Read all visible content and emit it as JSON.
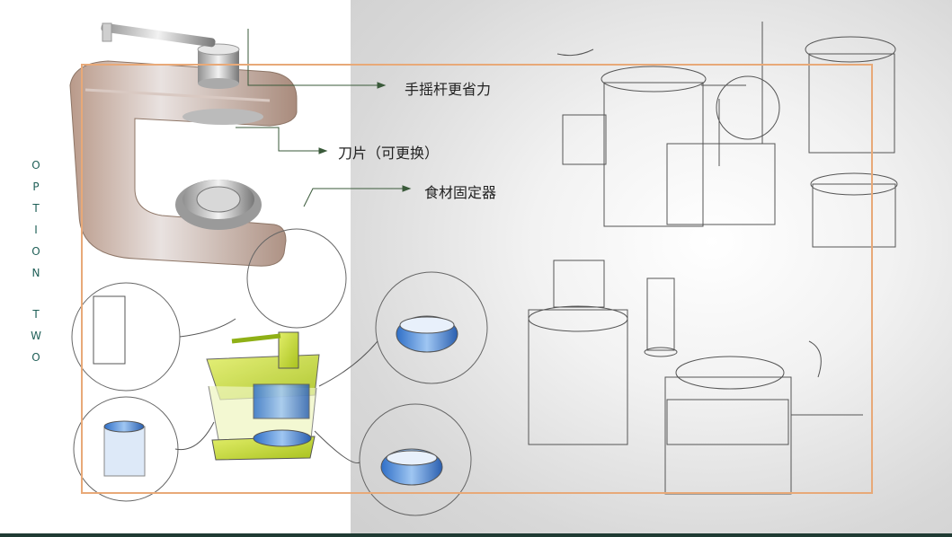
{
  "side_label": {
    "letters_1": [
      "O",
      "P",
      "T",
      "I",
      "O",
      "N"
    ],
    "letters_2": [
      "T",
      "W",
      "O"
    ]
  },
  "callouts": {
    "crank": "手摇杆更省力",
    "blade": "刀片（可更换）",
    "holder": "食材固定器"
  },
  "colors": {
    "frame": "#e8a978",
    "leader": "#3a5a3a",
    "label_accent": "#1f5f57"
  }
}
